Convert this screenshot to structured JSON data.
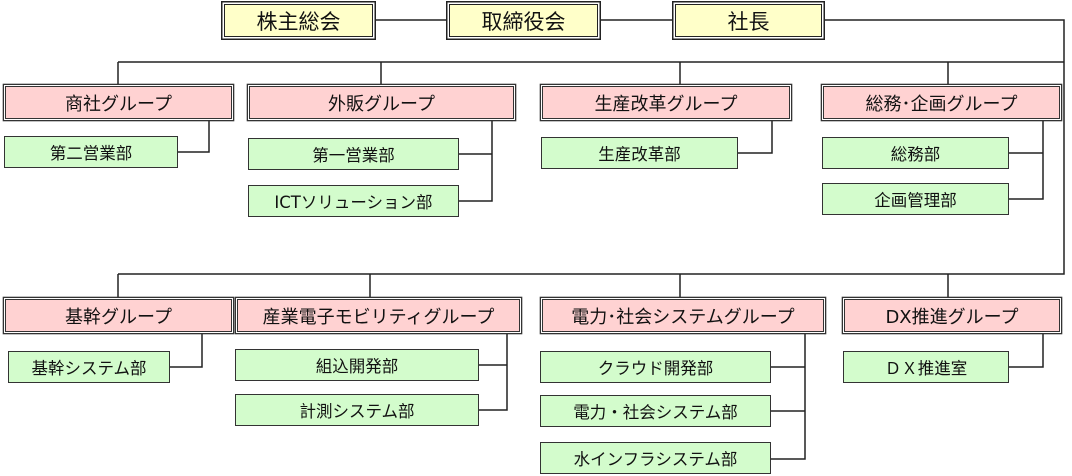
{
  "colors": {
    "executive_fill": "#ffffc9",
    "group_fill": "#ffd2d2",
    "department_fill": "#d3fccc",
    "line": "#222222"
  },
  "executive": {
    "shareholders_meeting": "株主総会",
    "board_of_directors": "取締役会",
    "president": "社長"
  },
  "groups": [
    {
      "name": "商社グループ",
      "departments": [
        "第二営業部"
      ]
    },
    {
      "name": "外販グループ",
      "departments": [
        "第一営業部",
        "ICTソリューション部"
      ]
    },
    {
      "name": "生産改革グループ",
      "departments": [
        "生産改革部"
      ]
    },
    {
      "name": "総務･企画グループ",
      "departments": [
        "総務部",
        "企画管理部"
      ]
    },
    {
      "name": "基幹グループ",
      "departments": [
        "基幹システム部"
      ]
    },
    {
      "name": "産業電子モビリティグループ",
      "departments": [
        "組込開発部",
        "計測システム部"
      ]
    },
    {
      "name": "電力･社会システムグループ",
      "departments": [
        "クラウド開発部",
        "電力・社会システム部",
        "水インフラシステム部"
      ]
    },
    {
      "name": "DX推進グループ",
      "departments": [
        "ＤＸ推進室"
      ]
    }
  ]
}
